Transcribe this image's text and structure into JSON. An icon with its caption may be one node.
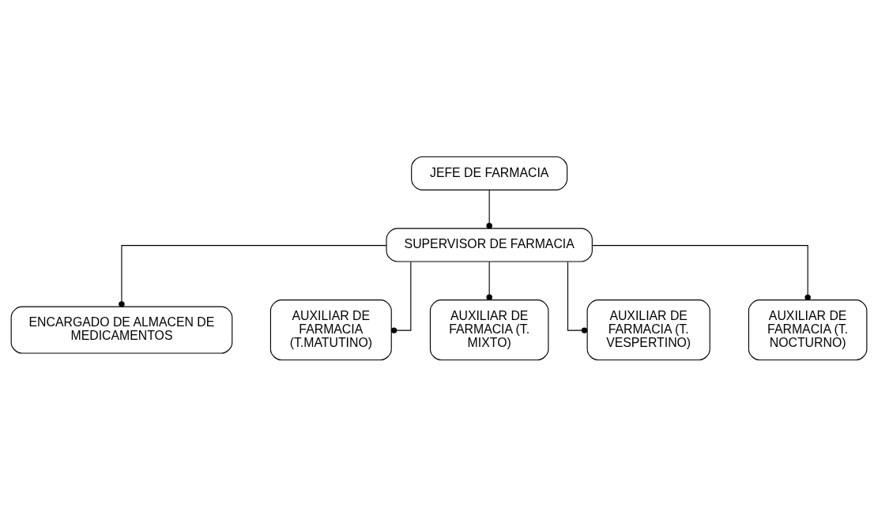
{
  "diagram": {
    "nodes": [
      {
        "text": [
          "JEFE DE FARMACIA"
        ]
      },
      {
        "text": [
          "SUPERVISOR DE FARMACIA"
        ]
      },
      {
        "text": [
          "ENCARGADO DE ALMACEN DE MEDICAMENTOS"
        ]
      },
      {
        "text": [
          "AUXILIAR DE FARMACIA (T.MATUTINO)"
        ]
      },
      {
        "text": [
          "AUXILIAR DE FARMACIA (T. MIXTO)"
        ]
      },
      {
        "text": [
          "AUXILIAR DE FARMACIA (T. VESPERTINO)"
        ]
      },
      {
        "text": [
          "AUXILIAR DE FARMACIA (T. NOCTURNO)"
        ]
      }
    ],
    "edges": [
      {
        "from": 0,
        "to": 1,
        "arrow": "other"
      },
      {
        "from": 1,
        "to": 2,
        "arrow": "other"
      },
      {
        "from": 1,
        "to": 3,
        "arrow": "other"
      },
      {
        "from": 1,
        "to": 4,
        "arrow": "other"
      },
      {
        "from": 1,
        "to": 5,
        "arrow": "other"
      },
      {
        "from": 1,
        "to": 6,
        "arrow": "other"
      }
    ]
  }
}
